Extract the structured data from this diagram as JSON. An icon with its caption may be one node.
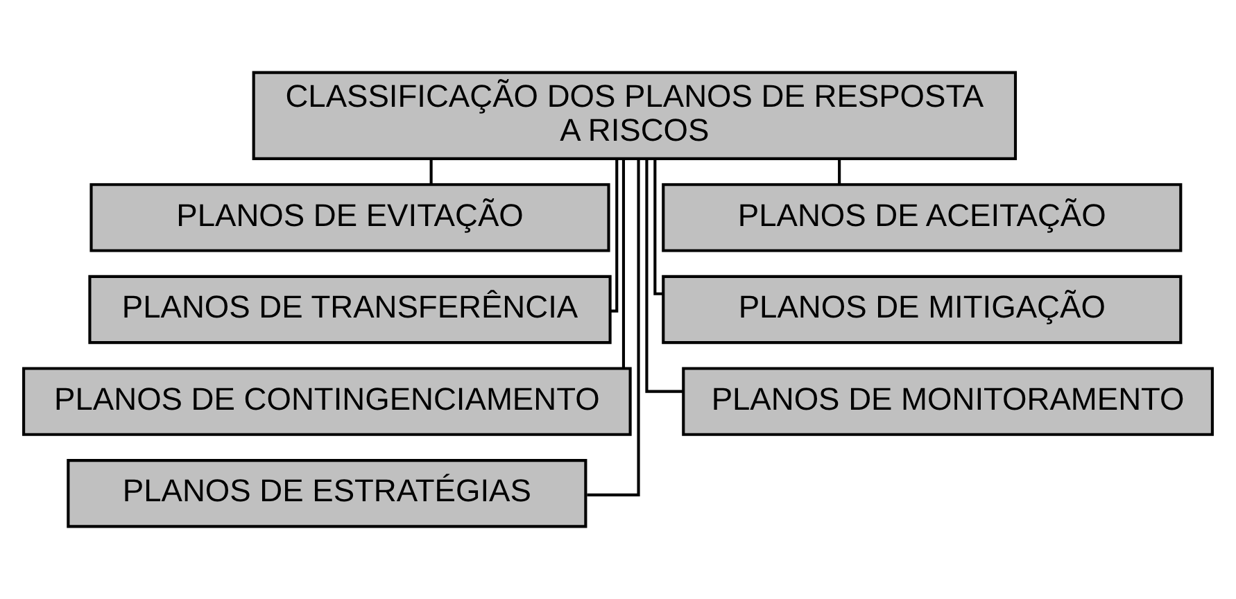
{
  "diagram": {
    "nodes": [
      {
        "text": [
          "CLASSIFICAÇÃO DOS PLANOS DE RESPOSTA A RISCOS"
        ]
      },
      {
        "text": [
          "PLANOS DE EVITAÇÃO"
        ]
      },
      {
        "text": [
          "PLANOS DE ACEITAÇÃO"
        ]
      },
      {
        "text": [
          "PLANOS DE TRANSFERÊNCIA"
        ]
      },
      {
        "text": [
          "PLANOS DE MITIGAÇÃO"
        ]
      },
      {
        "text": [
          "PLANOS DE CONTINGENCIAMENTO"
        ]
      },
      {
        "text": [
          "PLANOS DE MONITORAMENTO"
        ]
      },
      {
        "text": [
          "PLANOS DE ESTRATÉGIAS"
        ]
      }
    ],
    "edges": [
      {
        "from": 0,
        "to": 1,
        "arrow": "none"
      },
      {
        "from": 0,
        "to": 2,
        "arrow": "none"
      },
      {
        "from": 0,
        "to": 3,
        "arrow": "none"
      },
      {
        "from": 0,
        "to": 4,
        "arrow": "none"
      },
      {
        "from": 0,
        "to": 5,
        "arrow": "none"
      },
      {
        "from": 0,
        "to": 6,
        "arrow": "none"
      },
      {
        "from": 0,
        "to": 7,
        "arrow": "none"
      }
    ]
  }
}
